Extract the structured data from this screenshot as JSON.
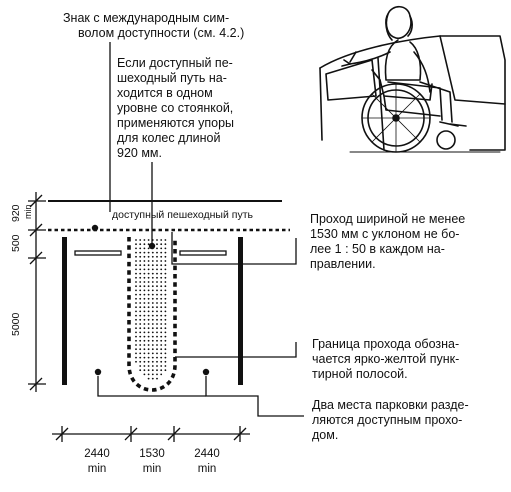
{
  "notes": {
    "sign": [
      "Знак с международным сим-",
      "волом  доступности (см. 4.2.)"
    ],
    "stops": [
      "Если доступный пе-",
      "шеходный путь на-",
      "ходится  в  одном",
      "уровне со стоянкой,",
      "применяются упоры",
      "для    колес длиной",
      "920 мм."
    ],
    "passage": [
      "Проход шириной не менее",
      "1530 мм с уклоном  не  бо-",
      "лее    1 : 50  в каждом на-",
      "правлении."
    ],
    "border": [
      "Граница  прохода  обозна-",
      "чается ярко-желтой пунк-",
      "тирной полосой."
    ],
    "spaces": [
      "Два места парковки  разде-",
      "ляются  доступным  прохо-",
      "дом."
    ]
  },
  "path_label": "доступный пешеходный путь",
  "dims_vertical": [
    {
      "value": "920",
      "unit": "min"
    },
    {
      "value": "500",
      "unit": ""
    },
    {
      "value": "5000",
      "unit": ""
    }
  ],
  "dims_horizontal": [
    {
      "value": "2440",
      "unit": "min"
    },
    {
      "value": "1530",
      "unit": "min"
    },
    {
      "value": "2440",
      "unit": "min"
    }
  ]
}
